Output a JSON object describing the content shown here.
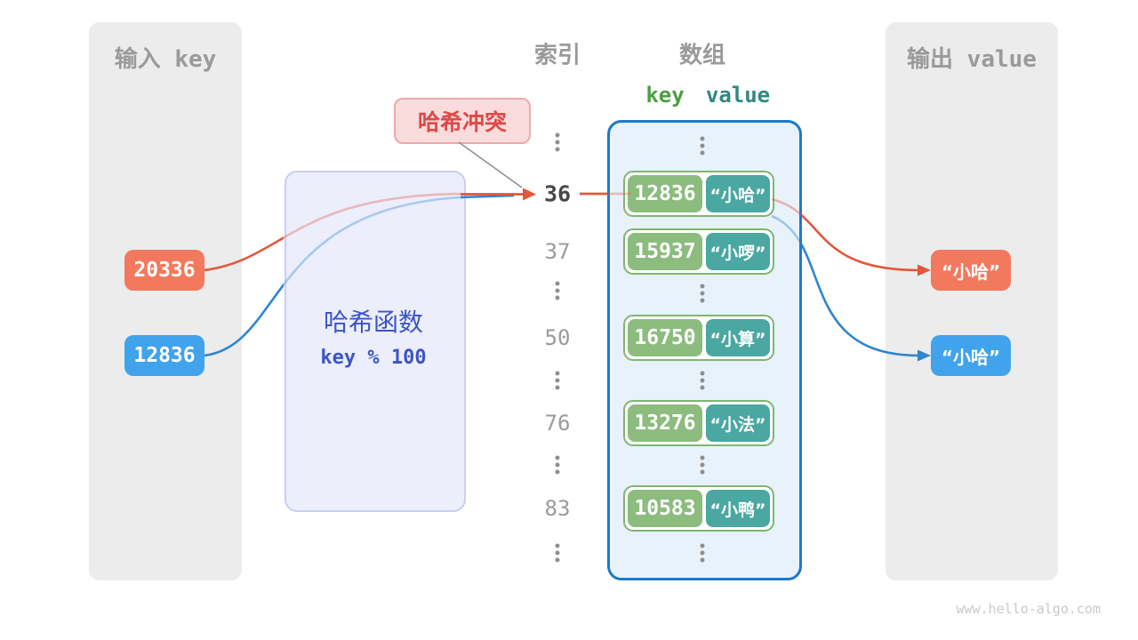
{
  "colors": {
    "bg": "#ffffff",
    "panel": "#ececec",
    "panel-title": "#9a9a9a",
    "orange": "#f3795e",
    "blue": "#41a3ec",
    "arrow-orange": "#e2573a",
    "arrow-blue": "#2e86cf",
    "hash-box-bg": "#eceefc",
    "hash-box-border": "#c9cef3",
    "hash-text": "#3c55c6",
    "collision-bg": "#fbdcdc",
    "collision-border": "#f1a8a8",
    "collision-text": "#e04848",
    "array-bg": "#e7f2fb",
    "array-border": "#1d79c9",
    "pair-border": "#7fb671",
    "key-green": "#8cbc7e",
    "value-teal": "#4aa7a2",
    "key-header": "#4d9e43",
    "value-header": "#31897f",
    "index-gray": "#9a9a9a",
    "index-active": "#474747",
    "dots": "#8f8f8f",
    "watermark": "#c9c9c9",
    "pointer-gray": "#909090"
  },
  "input_panel": {
    "title": "输入 key",
    "items": [
      {
        "label": "20336"
      },
      {
        "label": "12836"
      }
    ]
  },
  "hash_function": {
    "title": "哈希函数",
    "formula": "key % 100"
  },
  "collision_label": {
    "text": "哈希冲突"
  },
  "index_column": {
    "title": "索引",
    "values": [
      "36",
      "37",
      "50",
      "76",
      "83"
    ]
  },
  "array": {
    "title": "数组",
    "key_header": "key",
    "value_header": "value",
    "rows": [
      {
        "key": "12836",
        "value": "“小哈”"
      },
      {
        "key": "15937",
        "value": "“小啰”"
      },
      {
        "key": "16750",
        "value": "“小算”"
      },
      {
        "key": "13276",
        "value": "“小法”"
      },
      {
        "key": "10583",
        "value": "“小鸭”"
      }
    ]
  },
  "output_panel": {
    "title": "输出 value",
    "items": [
      {
        "label": "“小哈”"
      },
      {
        "label": "“小哈”"
      }
    ]
  },
  "watermark": "www.hello-algo.com"
}
